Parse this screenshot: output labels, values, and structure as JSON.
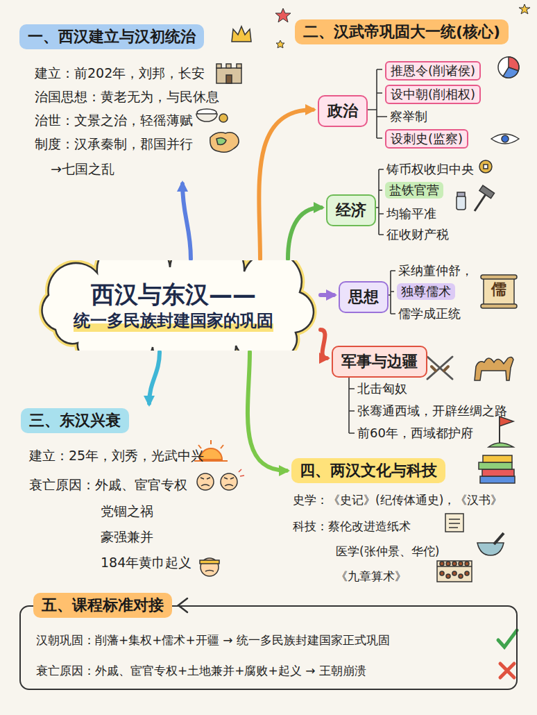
{
  "diagram": {
    "nodes": [
      {
        "text": [
          "一、西汉建立与汉初统治",
          "建立：前202年，刘邦，长安",
          "治国思想：黄老无为，与民休息",
          "治世：文景之治，轻徭薄赋",
          "制度：汉承秦制，郡国并行",
          "→七国之乱"
        ]
      },
      {
        "text": [
          "二、汉武帝巩固大一统(核心)"
        ]
      },
      {
        "text": [
          "政治"
        ]
      },
      {
        "text": [
          "经济"
        ]
      },
      {
        "text": [
          "思想"
        ]
      },
      {
        "text": [
          "军事与边疆"
        ]
      },
      {
        "text": [
          "西汉与东汉——",
          "统一多民族封建国家的巩固"
        ]
      },
      {
        "text": [
          "三、东汉兴衰",
          "建立：25年，刘秀，光武中兴",
          "衰亡原因：外戚、宦官专权",
          "党锢之祸",
          "豪强兼并",
          "184年黄巾起义"
        ]
      },
      {
        "text": [
          "四、两汉文化与科技",
          "史学：《史记》(纪传体通史)，《汉书》",
          "科技：蔡伦改进造纸术",
          "医学(张仲景、华佗)",
          "《九章算术》"
        ]
      },
      {
        "text": [
          "五、课程标准对接",
          "汉朝巩固：削藩+集权+儒术+开疆 → 统一多民族封建国家正式巩固",
          "衰亡原因：外戚、宦官专权+土地兼并+腐败+起义 → 王朝崩溃"
        ]
      }
    ],
    "edges": [
      {
        "from": 6,
        "to": 0,
        "arrow": "to"
      },
      {
        "from": 6,
        "to": 2,
        "arrow": "to"
      },
      {
        "from": 6,
        "to": 3,
        "arrow": "to"
      },
      {
        "from": 6,
        "to": 4,
        "arrow": "to"
      },
      {
        "from": 6,
        "to": 5,
        "arrow": "to"
      },
      {
        "from": 6,
        "to": 7,
        "arrow": "to"
      },
      {
        "from": 6,
        "to": 8,
        "arrow": "to"
      }
    ],
    "labels": [
      "推恩令(削诸侯)",
      "设中朝(削相权)",
      "察举制",
      "设刺史(监察)",
      "铸币权收归中央",
      "盐铁官营",
      "均输平准",
      "征收财产税",
      "采纳董仲舒，",
      "独尊儒术",
      "儒学成正统",
      "儒",
      "北击匈奴",
      "张骞通西域，开辟丝绸之路",
      "前60年，西域都护府"
    ]
  }
}
